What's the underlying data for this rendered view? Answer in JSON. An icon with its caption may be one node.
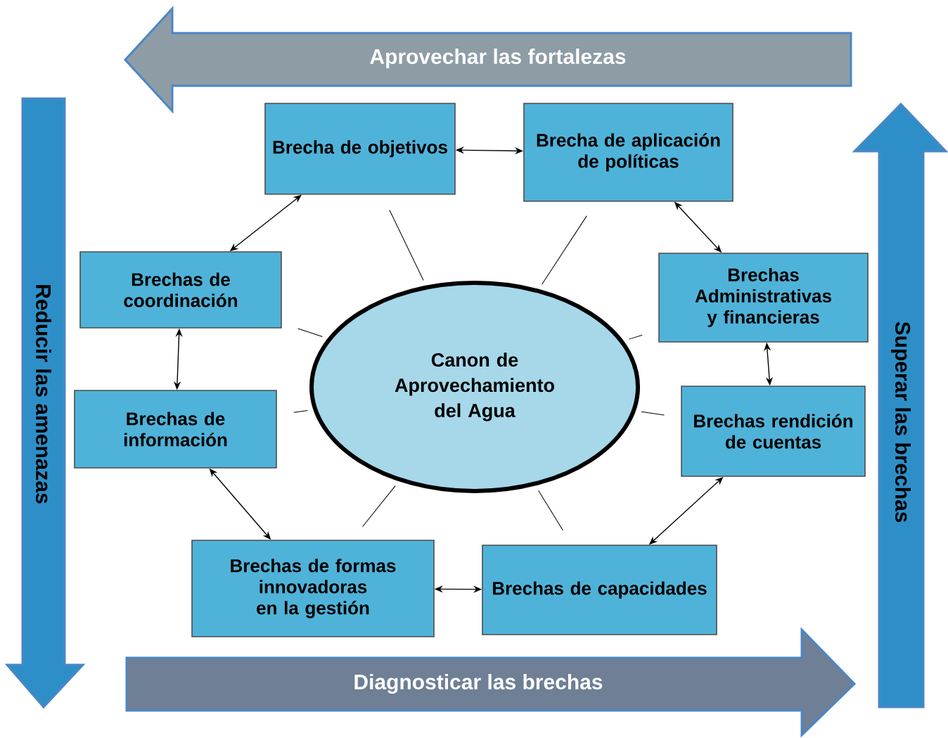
{
  "diagram": {
    "nodes": [
      {
        "text": [
          "Aprovechar las fortalezas"
        ]
      },
      {
        "text": [
          "Reducir las amenazas"
        ]
      },
      {
        "text": [
          "Superar las brechas"
        ]
      },
      {
        "text": [
          "Diagnosticar las brechas"
        ]
      },
      {
        "text": [
          "Canon de Aprovechamiento del Agua"
        ]
      },
      {
        "text": [
          "Brecha de objetivos"
        ]
      },
      {
        "text": [
          "Brecha de aplicación de políticas"
        ]
      },
      {
        "text": [
          "Brechas Administrativas y financieras"
        ]
      },
      {
        "text": [
          "Brechas rendición de cuentas"
        ]
      },
      {
        "text": [
          "Brechas de capacidades"
        ]
      },
      {
        "text": [
          "Brechas de formas innovadoras en la gestión"
        ]
      },
      {
        "text": [
          "Brechas de información"
        ]
      },
      {
        "text": [
          "Brechas de coordinación"
        ]
      }
    ],
    "edges": [
      {
        "from": 4,
        "to": 5,
        "arrow": "none"
      },
      {
        "from": 4,
        "to": 6,
        "arrow": "none"
      },
      {
        "from": 4,
        "to": 7,
        "arrow": "none"
      },
      {
        "from": 4,
        "to": 8,
        "arrow": "none"
      },
      {
        "from": 4,
        "to": 9,
        "arrow": "none"
      },
      {
        "from": 4,
        "to": 10,
        "arrow": "none"
      },
      {
        "from": 4,
        "to": 11,
        "arrow": "none"
      },
      {
        "from": 4,
        "to": 12,
        "arrow": "none"
      },
      {
        "from": 5,
        "to": 6,
        "arrow": "both"
      },
      {
        "from": 6,
        "to": 7,
        "arrow": "both"
      },
      {
        "from": 7,
        "to": 8,
        "arrow": "both"
      },
      {
        "from": 8,
        "to": 9,
        "arrow": "both"
      },
      {
        "from": 9,
        "to": 10,
        "arrow": "both"
      },
      {
        "from": 10,
        "to": 11,
        "arrow": "both"
      },
      {
        "from": 11,
        "to": 12,
        "arrow": "both"
      },
      {
        "from": 12,
        "to": 5,
        "arrow": "both"
      }
    ]
  }
}
